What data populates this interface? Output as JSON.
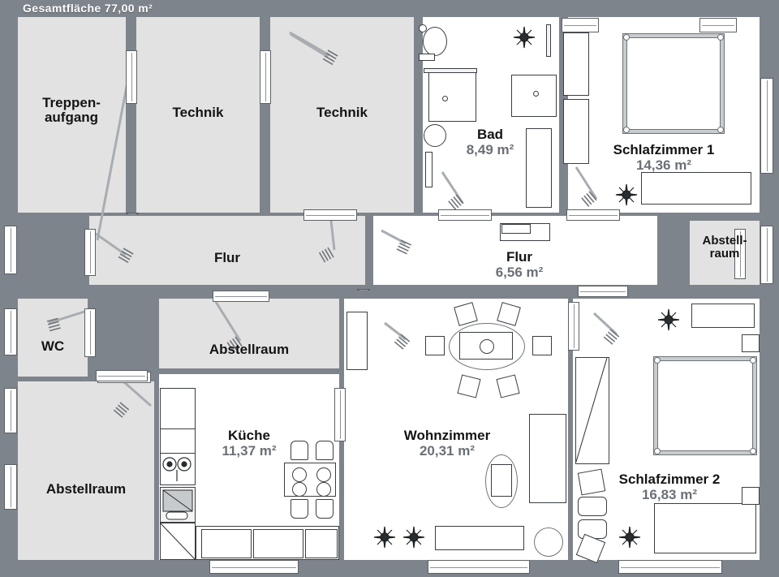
{
  "header": {
    "total_area_label": "Gesamtfläche 77,00 m²"
  },
  "colors": {
    "wall": "#7e848b",
    "room_gray": "#e2e2e2",
    "room_white": "#ffffff",
    "label_name": "#141414",
    "label_area": "#6b7076",
    "header_text": "#ffffff"
  },
  "rooms": [
    {
      "id": "treppenaufgang",
      "name": "Treppen-",
      "name2": "aufgang",
      "area": ""
    },
    {
      "id": "technik-1",
      "name": "Technik",
      "area": ""
    },
    {
      "id": "technik-2",
      "name": "Technik",
      "area": ""
    },
    {
      "id": "bad",
      "name": "Bad",
      "area": "8,49 m²"
    },
    {
      "id": "schlafzimmer-1",
      "name": "Schlafzimmer 1",
      "area": "14,36 m²"
    },
    {
      "id": "flur-links",
      "name": "Flur",
      "area": ""
    },
    {
      "id": "flur-rechts",
      "name": "Flur",
      "area": "6,56 m²"
    },
    {
      "id": "abstellraum-rechts",
      "name": "Abstell-",
      "name2": "raum",
      "area": ""
    },
    {
      "id": "wc",
      "name": "WC",
      "area": ""
    },
    {
      "id": "abstellraum-mitte",
      "name": "Abstellraum",
      "area": ""
    },
    {
      "id": "abstellraum-links",
      "name": "Abstellraum",
      "area": ""
    },
    {
      "id": "kueche",
      "name": "Küche",
      "area": "11,37 m²"
    },
    {
      "id": "wohnzimmer",
      "name": "Wohnzimmer",
      "area": "20,31 m²"
    },
    {
      "id": "schlafzimmer-2",
      "name": "Schlafzimmer 2",
      "area": "16,83 m²"
    }
  ]
}
